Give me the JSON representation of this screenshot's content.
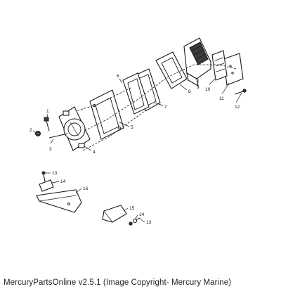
{
  "footer": {
    "caption": "MercuryPartsOnline v2.5.1 (Image Copyright- Mercury Marine)"
  },
  "callouts": {
    "c1": "1",
    "c2": "2",
    "c3": "3",
    "c4": "4",
    "c5": "5",
    "c6": "6",
    "c7": "7",
    "c8": "8",
    "c9": "9",
    "c10": "10",
    "c11": "11",
    "c12": "12",
    "c13a": "13",
    "c14a": "14",
    "c16": "16",
    "c15": "15",
    "c14b": "14",
    "c13b": "13"
  }
}
